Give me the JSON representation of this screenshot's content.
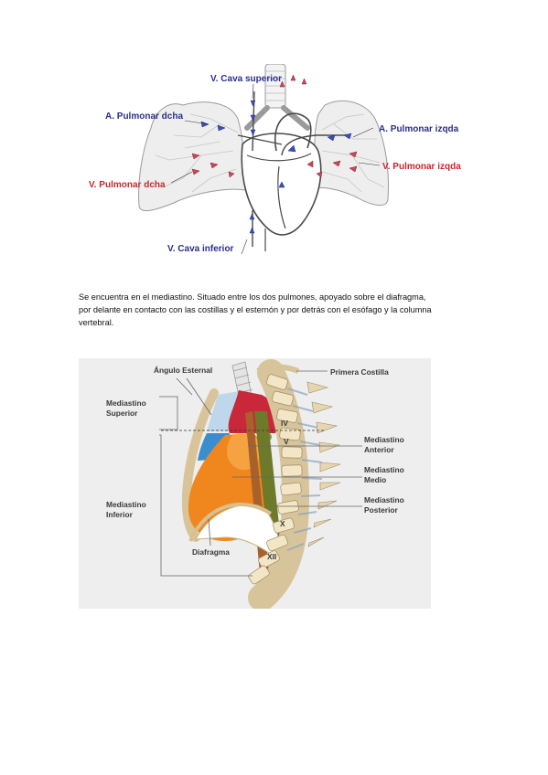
{
  "figure1": {
    "labels": {
      "cava_superior": "V. Cava superior",
      "pulmonar_dcha_a": "A. Pulmonar dcha",
      "pulmonar_izqda_a": "A. Pulmonar izqda",
      "pulmonar_dcha_v": "V. Pulmonar dcha",
      "pulmonar_izqda_v": "V. Pulmonar izqda",
      "cava_inferior": "V. Cava inferior"
    },
    "colors": {
      "blue_label": "#2b2f8f",
      "red_label": "#c8262d"
    }
  },
  "paragraph": {
    "lines": [
      "Se encuentra en el mediastino. Situado entre los dos pulmones, apoyado sobre el diafragma,",
      "por delante en contacto con las costillas y el esternón y por detrás con el esófago y la columna",
      "vertebral."
    ]
  },
  "figure2": {
    "labels": {
      "angulo_esternal": "Ángulo Esternal",
      "primera_costilla": "Primera Costilla",
      "mediastino_superior_1": "Mediastino",
      "mediastino_superior_2": "Superior",
      "mediastino_anterior_1": "Mediastino",
      "mediastino_anterior_2": "Anterior",
      "mediastino_medio_1": "Mediastino",
      "mediastino_medio_2": "Medio",
      "mediastino_inferior_1": "Mediastino",
      "mediastino_inferior_2": "Inferior",
      "mediastino_posterior_1": "Mediastino",
      "mediastino_posterior_2": "Posterior",
      "diafragma": "Diafragma",
      "vert_iv": "IV",
      "vert_v": "V",
      "vert_x": "X",
      "vert_xii": "XII"
    }
  }
}
